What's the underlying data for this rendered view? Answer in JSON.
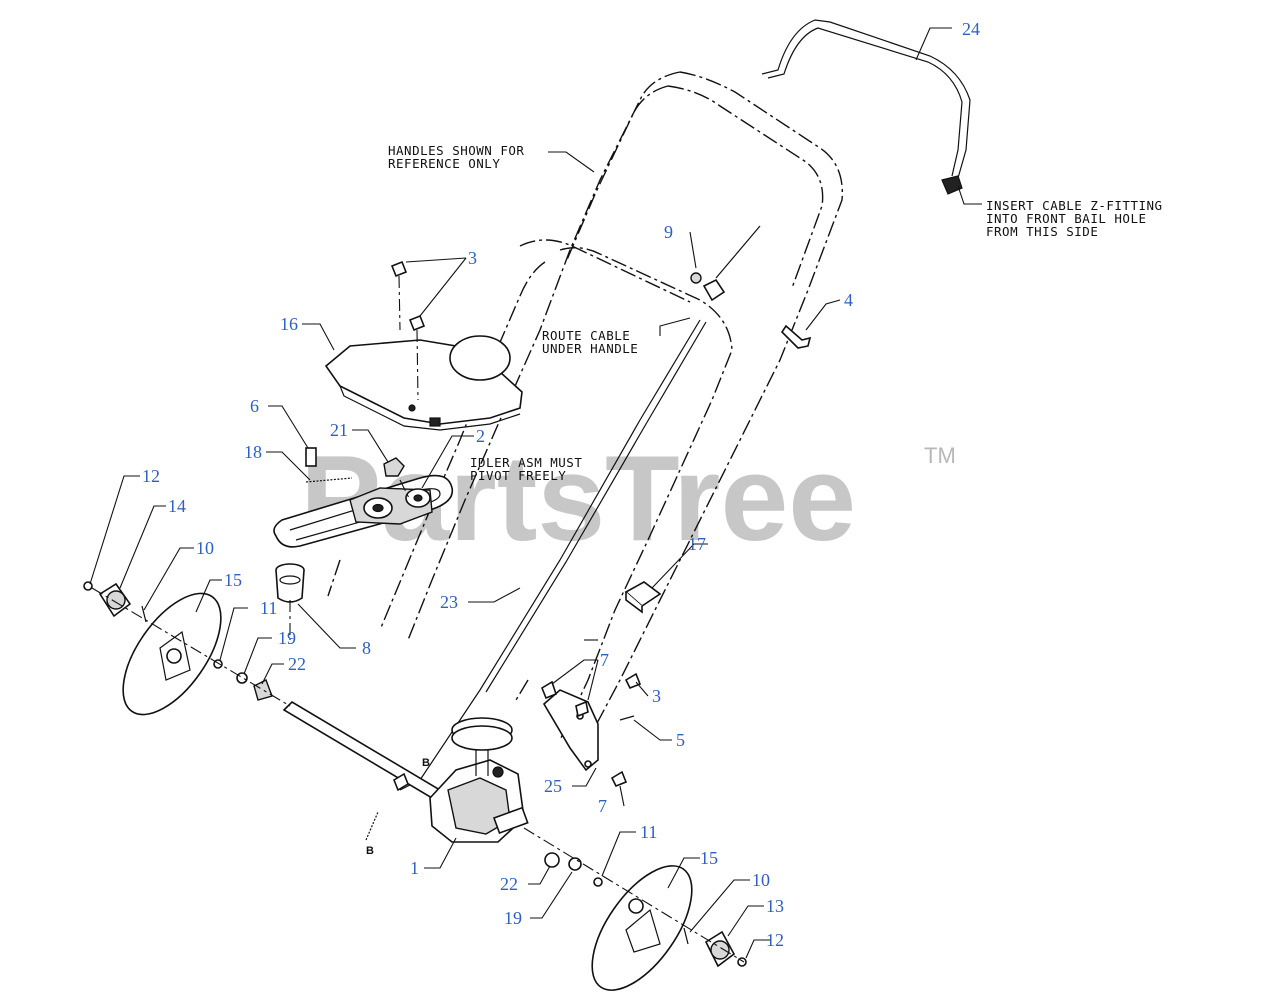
{
  "watermark": {
    "text": "PartsTree",
    "trademark": "TM"
  },
  "notes": {
    "handles": [
      "HANDLES SHOWN FOR",
      "REFERENCE ONLY"
    ],
    "route_cable": [
      "ROUTE CABLE",
      "UNDER HANDLE"
    ],
    "idler": [
      "IDLER ASM MUST",
      "PIVOT FREELY"
    ],
    "insert_cable": [
      "INSERT CABLE Z-FITTING",
      "INTO FRONT BAIL HOLE",
      "FROM THIS SIDE"
    ]
  },
  "connection_marks": [
    "B",
    "B"
  ],
  "callouts": [
    "24",
    "9",
    "3",
    "16",
    "4",
    "6",
    "21",
    "2",
    "18",
    "12",
    "14",
    "10",
    "15",
    "17",
    "8",
    "11",
    "19",
    "22",
    "23",
    "7",
    "3",
    "5",
    "25",
    "7",
    "1",
    "11",
    "15",
    "22",
    "10",
    "13",
    "19",
    "12"
  ],
  "colors": {
    "callout": "#2d5fc4",
    "line": "#111111",
    "watermark": "#9a9a9a"
  }
}
